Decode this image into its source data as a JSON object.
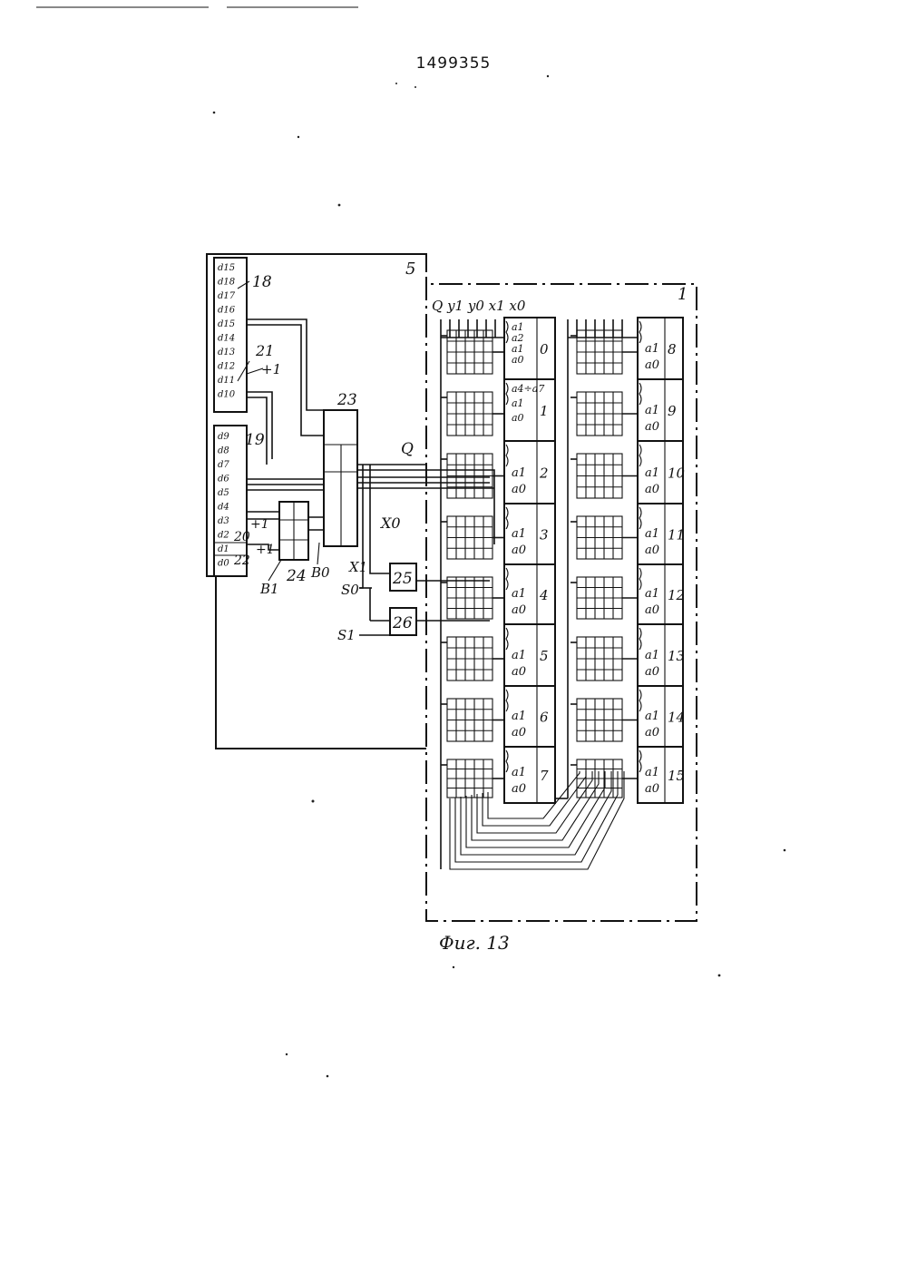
{
  "document": {
    "number": "1499355",
    "caption": "Фиг. 13"
  },
  "unit_labels": {
    "device_1": "1",
    "unit_5": "5"
  },
  "register_18": {
    "label": "18",
    "bits": [
      "d15",
      "d18",
      "d17",
      "d16",
      "d15",
      "d14",
      "d13",
      "d12",
      "d11",
      "d10"
    ]
  },
  "register_19": {
    "label": "19",
    "bits": [
      "d9",
      "d8",
      "d7",
      "d6",
      "d5",
      "d4",
      "d3",
      "d2",
      "d1",
      "d0"
    ]
  },
  "misc_labels": {
    "n21": "21",
    "n20": "20",
    "n22": "22",
    "plus1_a": "+1",
    "plus1_b": "+1",
    "plus1_c": "+1",
    "block_23": "23",
    "block_24": "24",
    "b1": "B1",
    "b0": "B0",
    "q_wire": "Q",
    "x0_wire": "X0",
    "x1_wire": "X1",
    "block_25": "25",
    "block_26": "26",
    "s0": "S0",
    "s1": "S1",
    "header_inputs": "Q  y1 y0 x1 x0"
  },
  "cells_left": [
    {
      "number": "0",
      "pins": [
        "a1",
        "a2",
        "a1",
        "a0"
      ]
    },
    {
      "number": "1",
      "pins": [
        "a4÷a7",
        "a1",
        "a0"
      ]
    },
    {
      "number": "2",
      "pins": [
        "a1",
        "a0"
      ]
    },
    {
      "number": "3",
      "pins": [
        "a1",
        "a0"
      ]
    },
    {
      "number": "4",
      "pins": [
        "a1",
        "a0"
      ]
    },
    {
      "number": "5",
      "pins": [
        "a1",
        "a0"
      ]
    },
    {
      "number": "6",
      "pins": [
        "a1",
        "a0"
      ]
    },
    {
      "number": "7",
      "pins": [
        "a1",
        "a0"
      ]
    }
  ],
  "cells_right": [
    {
      "number": "8",
      "pins": [
        "a1",
        "a0"
      ]
    },
    {
      "number": "9",
      "pins": [
        "a1",
        "a0"
      ]
    },
    {
      "number": "10",
      "pins": [
        "a1",
        "a0"
      ]
    },
    {
      "number": "11",
      "pins": [
        "a1",
        "a0"
      ]
    },
    {
      "number": "12",
      "pins": [
        "a1",
        "a0"
      ]
    },
    {
      "number": "13",
      "pins": [
        "a1",
        "a0"
      ]
    },
    {
      "number": "14",
      "pins": [
        "a1",
        "a0"
      ]
    },
    {
      "number": "15",
      "pins": [
        "a1",
        "a0"
      ]
    }
  ]
}
